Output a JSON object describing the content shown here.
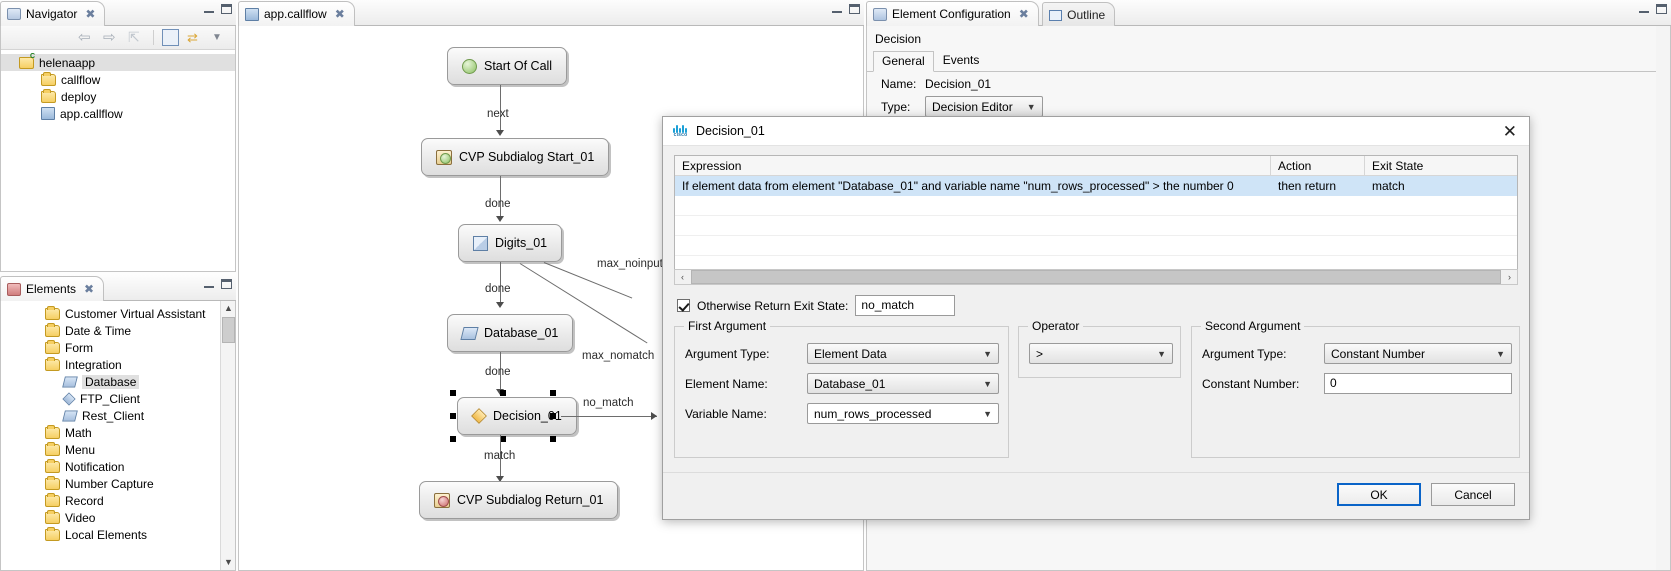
{
  "navigator": {
    "tab_label": "Navigator",
    "close_glyph": "✖",
    "toolbar_icons": [
      "back-arrow-icon",
      "forward-arrow-icon",
      "up-arrow-icon",
      "collapse-all-icon",
      "link-editor-icon",
      "view-menu-icon"
    ],
    "tree": [
      {
        "label": "helenaapp",
        "icon": "project-icon",
        "level": 1,
        "selected": true
      },
      {
        "label": "callflow",
        "icon": "folder-icon",
        "level": 2,
        "selected": false
      },
      {
        "label": "deploy",
        "icon": "folder-icon",
        "level": 2,
        "selected": false
      },
      {
        "label": "app.callflow",
        "icon": "callflow-file-icon",
        "level": 2,
        "selected": false
      }
    ]
  },
  "elements": {
    "tab_label": "Elements",
    "close_glyph": "✖",
    "items": [
      {
        "label": "Customer Virtual Assistant",
        "icon": "folder-icon",
        "level": 1,
        "selected": false
      },
      {
        "label": "Date & Time",
        "icon": "folder-icon",
        "level": 1,
        "selected": false
      },
      {
        "label": "Form",
        "icon": "folder-icon",
        "level": 1,
        "selected": false
      },
      {
        "label": "Integration",
        "icon": "folder-icon",
        "level": 1,
        "selected": false
      },
      {
        "label": "Database",
        "icon": "parallelogram-icon",
        "level": 2,
        "selected": true
      },
      {
        "label": "FTP_Client",
        "icon": "diamond-icon",
        "level": 2,
        "selected": false
      },
      {
        "label": "Rest_Client",
        "icon": "parallelogram-icon",
        "level": 2,
        "selected": false
      },
      {
        "label": "Math",
        "icon": "folder-icon",
        "level": 1,
        "selected": false
      },
      {
        "label": "Menu",
        "icon": "folder-icon",
        "level": 1,
        "selected": false
      },
      {
        "label": "Notification",
        "icon": "folder-icon",
        "level": 1,
        "selected": false
      },
      {
        "label": "Number Capture",
        "icon": "folder-icon",
        "level": 1,
        "selected": false
      },
      {
        "label": "Record",
        "icon": "folder-icon",
        "level": 1,
        "selected": false
      },
      {
        "label": "Video",
        "icon": "folder-icon",
        "level": 1,
        "selected": false
      },
      {
        "label": "Local Elements",
        "icon": "folder-icon",
        "level": 1,
        "selected": false
      }
    ]
  },
  "editor": {
    "tab_label": "app.callflow",
    "close_glyph": "✖",
    "nodes": [
      {
        "id": "start",
        "label": "Start Of Call",
        "icon": "start-of-call-icon",
        "selected": false
      },
      {
        "id": "subdialog_start",
        "label": "CVP Subdialog Start_01",
        "icon": "cvp-subdialog-start-icon",
        "selected": false
      },
      {
        "id": "digits",
        "label": "Digits_01",
        "icon": "digits-icon",
        "selected": false
      },
      {
        "id": "database",
        "label": "Database_01",
        "icon": "database-icon",
        "selected": false
      },
      {
        "id": "decision",
        "label": "Decision_01",
        "icon": "decision-icon",
        "selected": true
      },
      {
        "id": "subdialog_return",
        "label": "CVP Subdialog Return_01",
        "icon": "cvp-subdialog-return-icon",
        "selected": false
      }
    ],
    "edge_labels": {
      "next": "next",
      "done1": "done",
      "done2": "done",
      "done3": "done",
      "max_noinput": "max_noinput",
      "max_nomatch": "max_nomatch",
      "no_match": "no_match",
      "match": "match"
    }
  },
  "element_configuration": {
    "tab_label": "Element Configuration",
    "close_glyph": "✖",
    "outline_tab_label": "Outline",
    "section_title": "Decision",
    "tabs": [
      {
        "label": "General",
        "active": true
      },
      {
        "label": "Events",
        "active": false
      }
    ],
    "name_label": "Name:",
    "name_value": "Decision_01",
    "type_label": "Type:",
    "type_value": "Decision Editor"
  },
  "dialog": {
    "title": "Decision_01",
    "title_icon": "cisco-logo-icon",
    "close_glyph": "✕",
    "table": {
      "columns": [
        "Expression",
        "Action",
        "Exit State"
      ],
      "rows": [
        {
          "expression": "If element data from element \"Database_01\" and variable name \"num_rows_processed\" > the number 0",
          "action": "then return",
          "exit_state": "match",
          "selected": true
        }
      ],
      "scroll_left_glyph": "‹",
      "scroll_right_glyph": "›"
    },
    "otherwise": {
      "checked": true,
      "label": "Otherwise Return Exit State:",
      "value": "no_match"
    },
    "first_argument": {
      "title": "First Argument",
      "argument_type_label": "Argument Type:",
      "argument_type_value": "Element Data",
      "element_name_label": "Element Name:",
      "element_name_value": "Database_01",
      "variable_name_label": "Variable Name:",
      "variable_name_value": "num_rows_processed"
    },
    "operator": {
      "title": "Operator",
      "value": ">"
    },
    "second_argument": {
      "title": "Second Argument",
      "argument_type_label": "Argument Type:",
      "argument_type_value": "Constant Number",
      "constant_number_label": "Constant Number:",
      "constant_number_value": "0"
    },
    "buttons": {
      "ok": "OK",
      "cancel": "Cancel"
    }
  },
  "colors": {
    "selection_blue": "#cfe4f7",
    "focus_border": "#0a64c8",
    "panel_bg": "#f0f0f0"
  }
}
